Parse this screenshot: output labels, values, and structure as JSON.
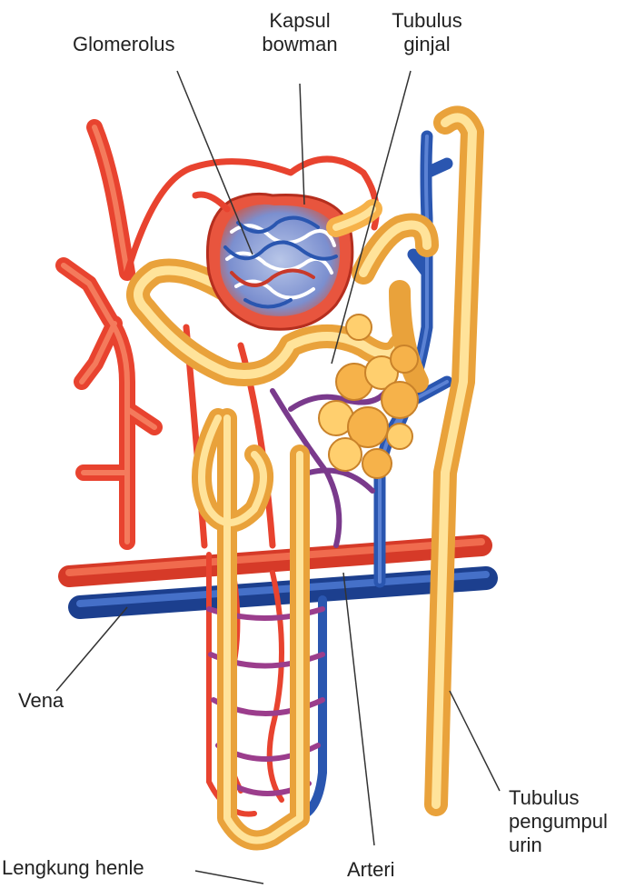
{
  "labels": {
    "glomerolus": "Glomerolus",
    "kapsul": {
      "line1": "Kapsul",
      "line2": "bowman"
    },
    "tubulus": {
      "line1": "Tubulus",
      "line2": "ginjal"
    },
    "vena": "Vena",
    "pengumpul": {
      "line1": "Tubulus",
      "line2": "pengumpul",
      "line3": "urin"
    },
    "henle": "Lengkung henle",
    "arteri": "Arteri"
  },
  "colors": {
    "artery": "#e8432f",
    "artery_light": "#f47a5c",
    "vein": "#2a56b0",
    "vein_dark": "#1c3f8e",
    "capillary_mix": "#7a3a8c",
    "tubule": "#f8c25a",
    "tubule_light": "#ffe39a",
    "tubule_edge": "#e9a23b",
    "leader_line": "#333333",
    "text": "#222222"
  }
}
